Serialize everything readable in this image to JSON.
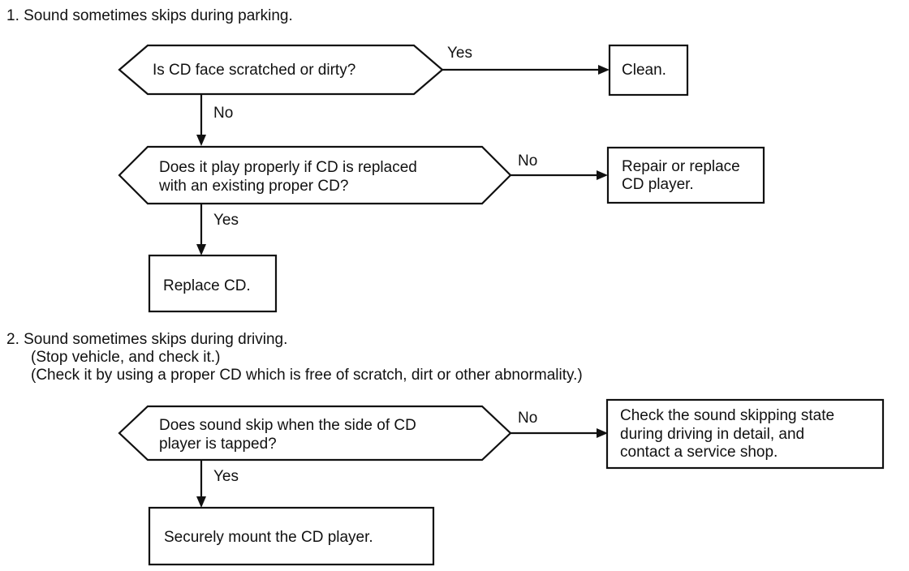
{
  "section1": {
    "heading": "1. Sound sometimes skips during parking.",
    "q1": "Is CD face scratched or dirty?",
    "q1_yes": "Yes",
    "q1_no": "No",
    "clean": "Clean.",
    "q2_line1": "Does it play properly if CD is replaced",
    "q2_line2": "with an existing proper CD?",
    "q2_no": "No",
    "q2_yes": "Yes",
    "repair_line1": "Repair or replace",
    "repair_line2": "CD player.",
    "replace_cd": "Replace CD."
  },
  "section2": {
    "heading": "2. Sound sometimes skips during driving.",
    "note1": "(Stop vehicle, and check it.)",
    "note2": "(Check it by using a proper CD which is free of scratch, dirt or other abnormality.)",
    "q3_line1": "Does sound skip when the side of CD",
    "q3_line2": "player is tapped?",
    "q3_no": "No",
    "q3_yes": "Yes",
    "check_line1": "Check the sound skipping state",
    "check_line2": "during driving in detail, and",
    "check_line3": "contact a service shop.",
    "mount": "Securely mount the CD player."
  }
}
